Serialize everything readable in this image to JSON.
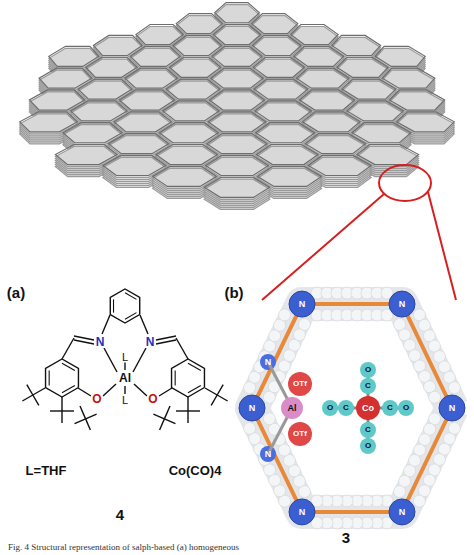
{
  "diagram": {
    "caption": "Fig. 4  Structural representation of salph-based (a) homogeneous",
    "labels": [
      "(a)",
      "(b)",
      "N",
      "N",
      "Al",
      "L",
      "L",
      "O",
      "O",
      "L=THF",
      "Co(CO)4",
      "4",
      "3",
      "N",
      "N",
      "N",
      "N",
      "N",
      "N",
      "N",
      "N",
      "Al",
      "OTf",
      "OTf",
      "Co",
      "C",
      "O",
      "C",
      "O",
      "C",
      "O",
      "C",
      "O"
    ]
  }
}
